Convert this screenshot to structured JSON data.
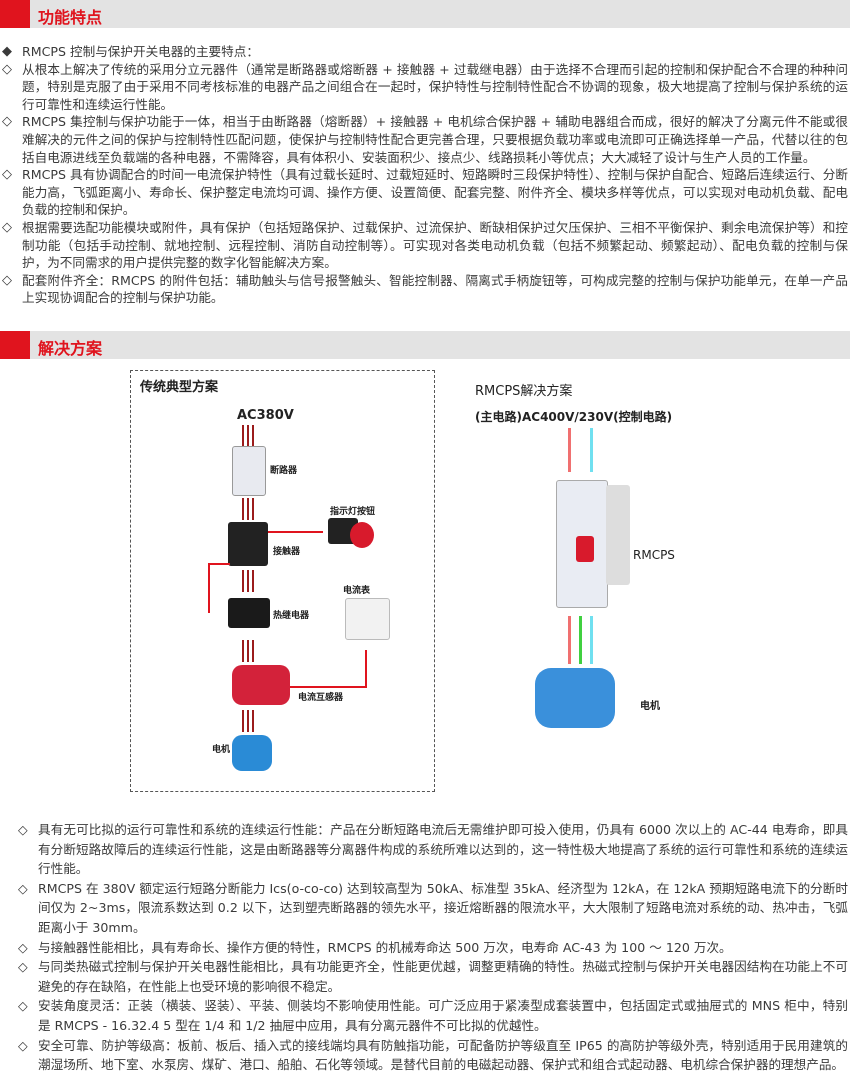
{
  "section1": {
    "title": "功能特点",
    "intro": {
      "bullet": "◆",
      "text": "RMCPS 控制与保护开关电器的主要特点："
    },
    "items": [
      "从根本上解决了传统的采用分立元器件（通常是断路器或熔断器 + 接触器 + 过载继电器）由于选择不合理而引起的控制和保护配合不合理的种种问题，特别是克服了由于采用不同考核标准的电器产品之间组合在一起时，保护特性与控制特性配合不协调的现象，极大地提高了控制与保护系统的运行可靠性和连续运行性能。",
      "RMCPS 集控制与保护功能于一体，相当于由断路器（熔断器）+ 接触器 + 电机综合保护器 + 辅助电器组合而成，很好的解决了分离元件不能或很难解决的元件之间的保护与控制特性匹配问题，使保护与控制特性配合更完善合理，只要根据负载功率或电流即可正确选择单一产品，代替以往的包括自电源进线至负载端的各种电器，不需降容，具有体积小、安装面积少、接点少、线路损耗小等优点；大大减轻了设计与生产人员的工作量。",
      "RMCPS 具有协调配合的时间一电流保护特性（具有过载长延时、过载短延时、短路瞬时三段保护特性）、控制与保护自配合、短路后连续运行、分断能力高，飞弧距离小、寿命长、保护整定电流均可调、操作方便、设置简便、配套完整、附件齐全、模块多样等优点，可以实现对电动机负载、配电负载的控制和保护。",
      "根据需要选配功能模块或附件，具有保护（包括短路保护、过载保护、过流保护、断缺相保护过欠压保护、三相不平衡保护、剩余电流保护等）和控制功能（包括手动控制、就地控制、远程控制、消防自动控制等）。可实现对各类电动机负载（包括不频繁起动、频繁起动）、配电负载的控制与保护，为不同需求的用户提供完整的数字化智能解决方案。",
      "配套附件齐全：RMCPS 的附件包括：辅助触头与信号报警触头、智能控制器、隔离式手柄旋钮等，可构成完整的控制与保护功能单元，在单一产品上实现协调配合的控制与保护功能。"
    ],
    "bullet": "◇"
  },
  "section2": {
    "title": "解决方案",
    "traditional": {
      "title": "传统典型方案",
      "voltage": "AC380V",
      "breaker": "断路器",
      "contactor": "接触器",
      "indicator": "指示灯按钮",
      "ammeter": "电流表",
      "thermal_relay": "热继电器",
      "ct": "电流互感器",
      "motor": "电机"
    },
    "rmcps": {
      "title": "RMCPS解决方案",
      "voltage": "(主电路)AC400V/230V(控制电路)",
      "device": "RMCPS",
      "motor": "电机"
    }
  },
  "bottom_items": [
    "具有无可比拟的运行可靠性和系统的连续运行性能：产品在分断短路电流后无需维护即可投入使用，仍具有 6000 次以上的 AC-44 电寿命，即具有分断短路故障后的连续运行性能，这是由断路器等分离器件构成的系统所难以达到的，这一特性极大地提高了系统的运行可靠性和系统的连续运行性能。",
    "RMCPS 在 380V 额定运行短路分断能力 Ics(o-co-co) 达到较高型为 50kA、标准型 35kA、经济型为 12kA，在 12kA 预期短路电流下的分断时间仅为 2~3ms，限流系数达到 0.2 以下，达到塑壳断路器的领先水平，接近熔断器的限流水平，大大限制了短路电流对系统的动、热冲击，飞弧距离小于 30mm。",
    "与接触器性能相比，具有寿命长、操作方便的特性，RMCPS 的机械寿命达 500 万次，电寿命 AC-43 为 100 ～ 120 万次。",
    "与同类热磁式控制与保护开关电器性能相比，具有功能更齐全，性能更优越，调整更精确的特性。热磁式控制与保护开关电器因结构在功能上不可避免的存在缺陷，在性能上也受环境的影响很不稳定。",
    "安装角度灵活：正装（横装、竖装）、平装、侧装均不影响使用性能。可广泛应用于紧凑型成套装置中，包括固定式或抽屉式的 MNS 柜中，特别是 RMCPS - 16.32.4 5 型在 1/4 和 1/2 抽屉中应用，具有分离元器件不可比拟的优越性。",
    "安全可靠、防护等级高：板前、板后、插入式的接线端均具有防触指功能，可配备防护等级直至 IP65 的高防护等级外壳，特别适用于民用建筑的潮湿场所、地下室、水泵房、煤矿、港口、船舶、石化等领域。是替代目前的电磁起动器、保护式和组合式起动器、电机综合保护器的理想产品。"
  ],
  "colors": {
    "accent": "#e0141e",
    "header_bg": "#e3e3e3"
  }
}
